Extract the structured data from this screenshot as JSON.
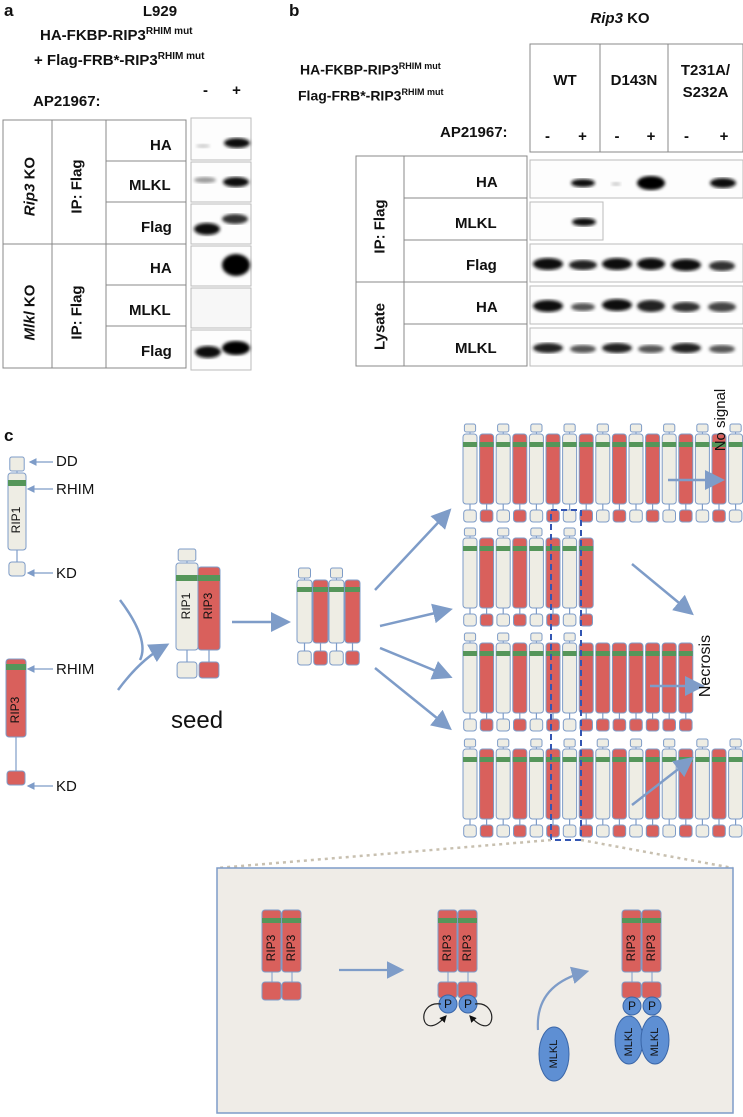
{
  "panels": {
    "a": "a",
    "b": "b",
    "c": "c"
  },
  "panel_a": {
    "cell_line": "L929",
    "construct1": "HA-FKBP-RIP3",
    "construct1_sup": "RHIM mut",
    "construct2": "+ Flag-FRB*-RIP3",
    "construct2_sup": "RHIM mut",
    "treatment": "AP21967:",
    "minus": "-",
    "plus": "+",
    "group1_italic": "Rip3",
    "group1_suffix": " KO",
    "group2_italic": "Mlkl",
    "group2_suffix": " KO",
    "ip": "IP: Flag",
    "rows": [
      "HA",
      "MLKL",
      "Flag",
      "HA",
      "MLKL",
      "Flag"
    ]
  },
  "panel_b": {
    "title_italic": "Rip3",
    "title_suffix": " KO",
    "construct1": "HA-FKBP-RIP3",
    "construct1_sup": "RHIM mut",
    "construct2": "Flag-FRB*-RIP3",
    "construct2_sup": "RHIM mut",
    "genotypes": [
      "WT",
      "D143N",
      "T231A/",
      "S232A"
    ],
    "treatment": "AP21967:",
    "signs": [
      "-",
      "+",
      "-",
      "+",
      "-",
      "+"
    ],
    "ip": "IP: Flag",
    "lysate": "Lysate",
    "rows": [
      "HA",
      "MLKL",
      "Flag",
      "HA",
      "MLKL"
    ]
  },
  "panel_c": {
    "labels": {
      "dd": "DD",
      "rhim": "RHIM",
      "kd": "KD",
      "rhim2": "RHIM",
      "kd2": "KD"
    },
    "rip1": "RIP1",
    "rip3": "RIP3",
    "seed": "seed",
    "no_signal": "No signal",
    "necrosis": "Necrosis",
    "p": "P",
    "mlkl": "MLKL"
  },
  "colors": {
    "rip3": "#d9605c",
    "rip1": "#eeede4",
    "rhim": "#55965a",
    "arrow": "#7e9cc8",
    "mlkl": "#5e8fd3",
    "inset_bg": "#efece7"
  }
}
